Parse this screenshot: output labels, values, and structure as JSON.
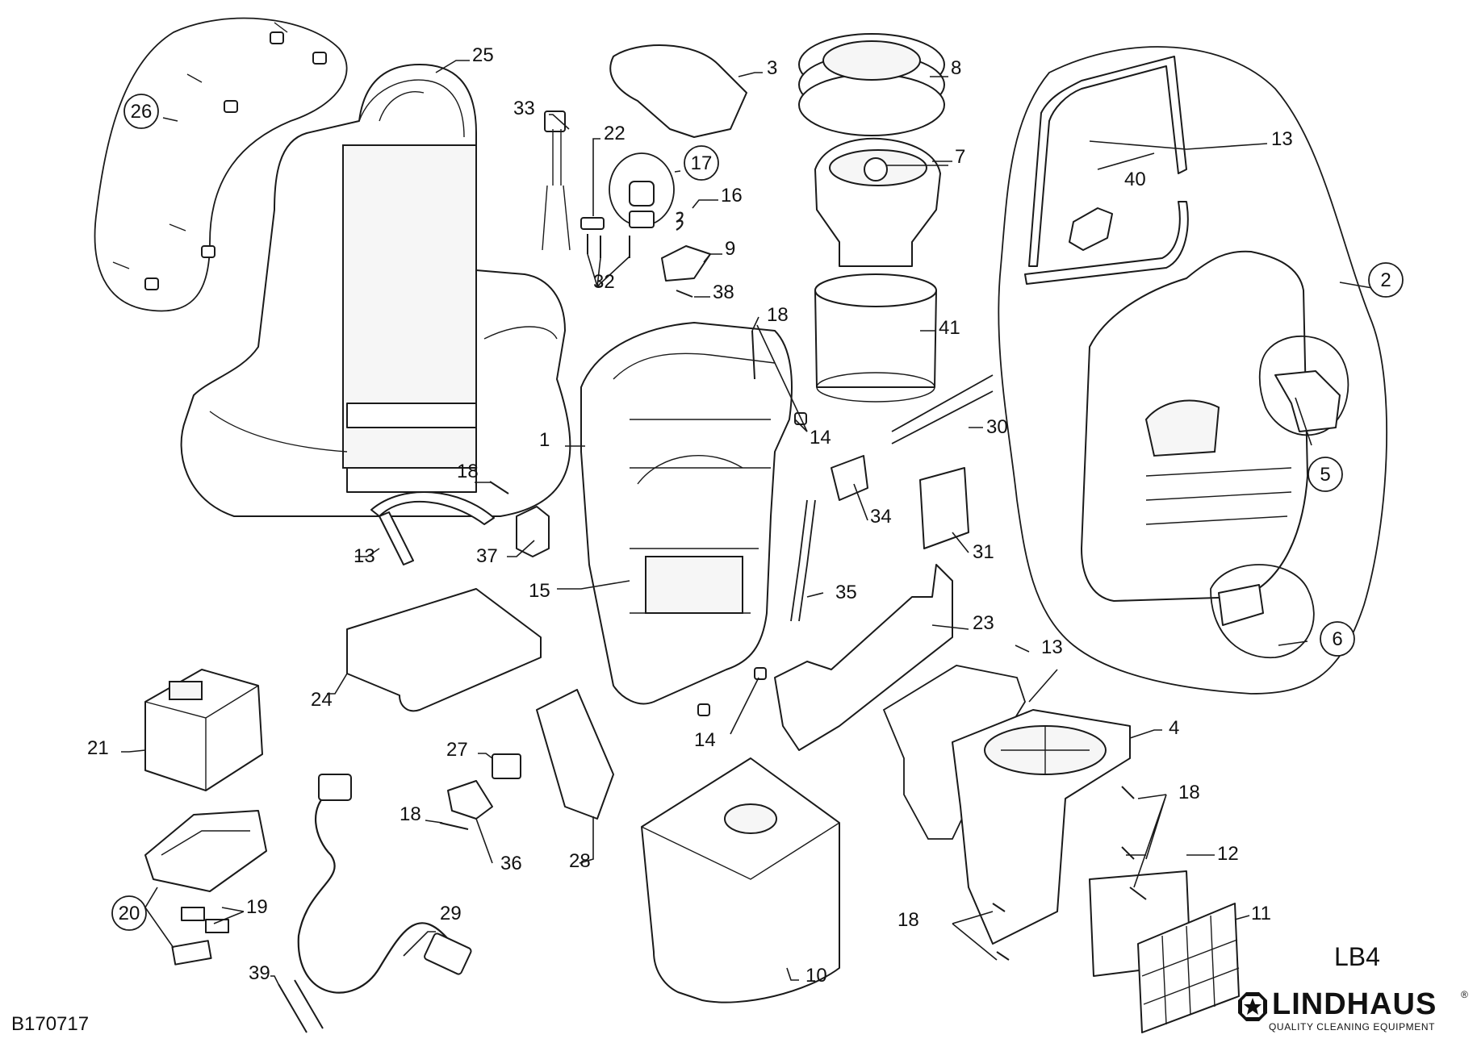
{
  "document_code": "B170717",
  "model": "LB4",
  "brand": {
    "name": "LINDHAUS",
    "registered": "®",
    "tagline": "QUALITY CLEANING EQUIPMENT"
  },
  "icons": {
    "brand_mark": "lindhaus-star-octagon-icon"
  },
  "callouts": [
    {
      "id": "c1",
      "label": "1",
      "circled": false
    },
    {
      "id": "c2",
      "label": "2",
      "circled": true
    },
    {
      "id": "c3",
      "label": "3",
      "circled": false
    },
    {
      "id": "c4",
      "label": "4",
      "circled": false
    },
    {
      "id": "c5",
      "label": "5",
      "circled": true
    },
    {
      "id": "c6",
      "label": "6",
      "circled": true
    },
    {
      "id": "c7",
      "label": "7",
      "circled": false
    },
    {
      "id": "c8",
      "label": "8",
      "circled": false
    },
    {
      "id": "c9",
      "label": "9",
      "circled": false
    },
    {
      "id": "c10",
      "label": "10",
      "circled": false
    },
    {
      "id": "c11",
      "label": "11",
      "circled": false
    },
    {
      "id": "c12",
      "label": "12",
      "circled": false
    },
    {
      "id": "c13a",
      "label": "13",
      "circled": false
    },
    {
      "id": "c13b",
      "label": "13",
      "circled": false
    },
    {
      "id": "c13c",
      "label": "13",
      "circled": false
    },
    {
      "id": "c14a",
      "label": "14",
      "circled": false
    },
    {
      "id": "c14b",
      "label": "14",
      "circled": false
    },
    {
      "id": "c15",
      "label": "15",
      "circled": false
    },
    {
      "id": "c16",
      "label": "16",
      "circled": false
    },
    {
      "id": "c17",
      "label": "17",
      "circled": true
    },
    {
      "id": "c18a",
      "label": "18",
      "circled": false
    },
    {
      "id": "c18b",
      "label": "18",
      "circled": false
    },
    {
      "id": "c18c",
      "label": "18",
      "circled": false
    },
    {
      "id": "c18d",
      "label": "18",
      "circled": false
    },
    {
      "id": "c18e",
      "label": "18",
      "circled": false
    },
    {
      "id": "c19",
      "label": "19",
      "circled": false
    },
    {
      "id": "c20",
      "label": "20",
      "circled": true
    },
    {
      "id": "c21",
      "label": "21",
      "circled": false
    },
    {
      "id": "c22",
      "label": "22",
      "circled": false
    },
    {
      "id": "c23",
      "label": "23",
      "circled": false
    },
    {
      "id": "c24",
      "label": "24",
      "circled": false
    },
    {
      "id": "c25",
      "label": "25",
      "circled": false
    },
    {
      "id": "c26",
      "label": "26",
      "circled": true
    },
    {
      "id": "c27",
      "label": "27",
      "circled": false
    },
    {
      "id": "c28",
      "label": "28",
      "circled": false
    },
    {
      "id": "c29",
      "label": "29",
      "circled": false
    },
    {
      "id": "c30",
      "label": "30",
      "circled": false
    },
    {
      "id": "c31",
      "label": "31",
      "circled": false
    },
    {
      "id": "c32",
      "label": "32",
      "circled": false
    },
    {
      "id": "c33",
      "label": "33",
      "circled": false
    },
    {
      "id": "c34",
      "label": "34",
      "circled": false
    },
    {
      "id": "c35",
      "label": "35",
      "circled": false
    },
    {
      "id": "c36",
      "label": "36",
      "circled": false
    },
    {
      "id": "c37",
      "label": "37",
      "circled": false
    },
    {
      "id": "c38",
      "label": "38",
      "circled": false
    },
    {
      "id": "c39",
      "label": "39",
      "circled": false
    },
    {
      "id": "c40",
      "label": "40",
      "circled": false
    },
    {
      "id": "c41",
      "label": "41",
      "circled": false
    }
  ]
}
